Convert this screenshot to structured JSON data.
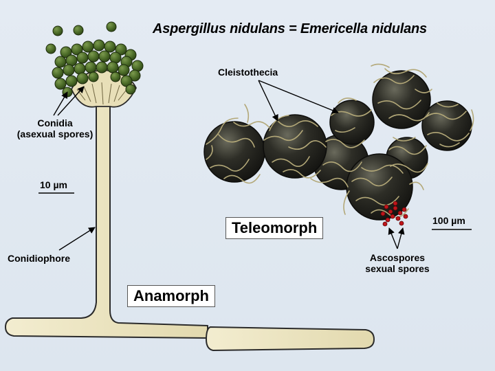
{
  "title": "Aspergillus nidulans = Emericella nidulans",
  "anamorph": {
    "name": "Anamorph",
    "conidia_label_1": "Conidia",
    "conidia_label_2": "(asexual spores)",
    "conidiophore_label": "Conidiophore",
    "scale_label": "10 µm"
  },
  "teleomorph": {
    "name": "Teleomorph",
    "cleistothecia_label": "Cleistothecia",
    "ascospores_label_1": "Ascospores",
    "ascospores_label_2": "sexual spores",
    "scale_label": "100 µm"
  },
  "colors": {
    "background": "#e0e8f1",
    "hypha_fill": "#ece5c2",
    "hypha_outline": "#2a2a2a",
    "conidia": "#4a6a27",
    "cleistothecium": "#2a2a22",
    "hulle_threads": "#b3a878",
    "ascospores": "#c0151a"
  }
}
